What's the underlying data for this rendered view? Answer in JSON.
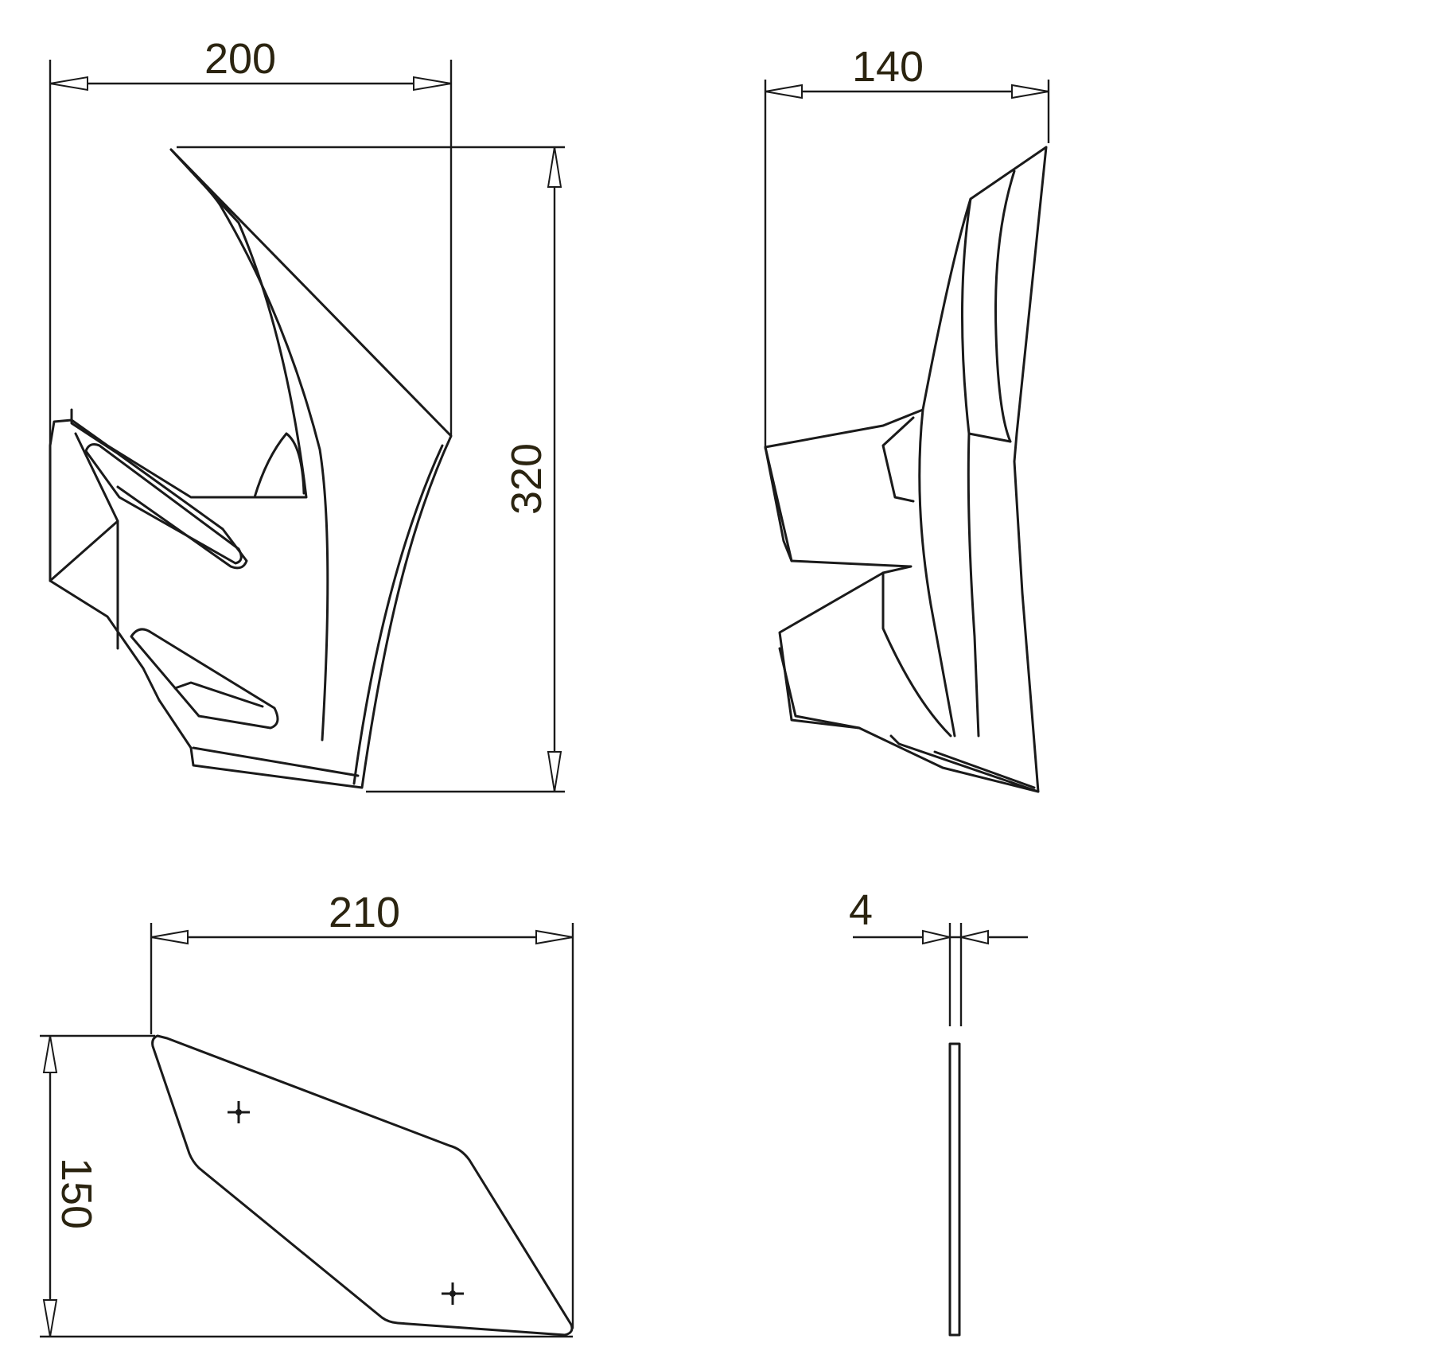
{
  "dimensions": {
    "front_width": "200",
    "front_height": "320",
    "side_width": "140",
    "flat_width": "210",
    "flat_height": "150",
    "thickness": "4"
  },
  "colors": {
    "line": "#1a1a1a",
    "dimension_text": "#2b2410",
    "background": "#ffffff"
  }
}
